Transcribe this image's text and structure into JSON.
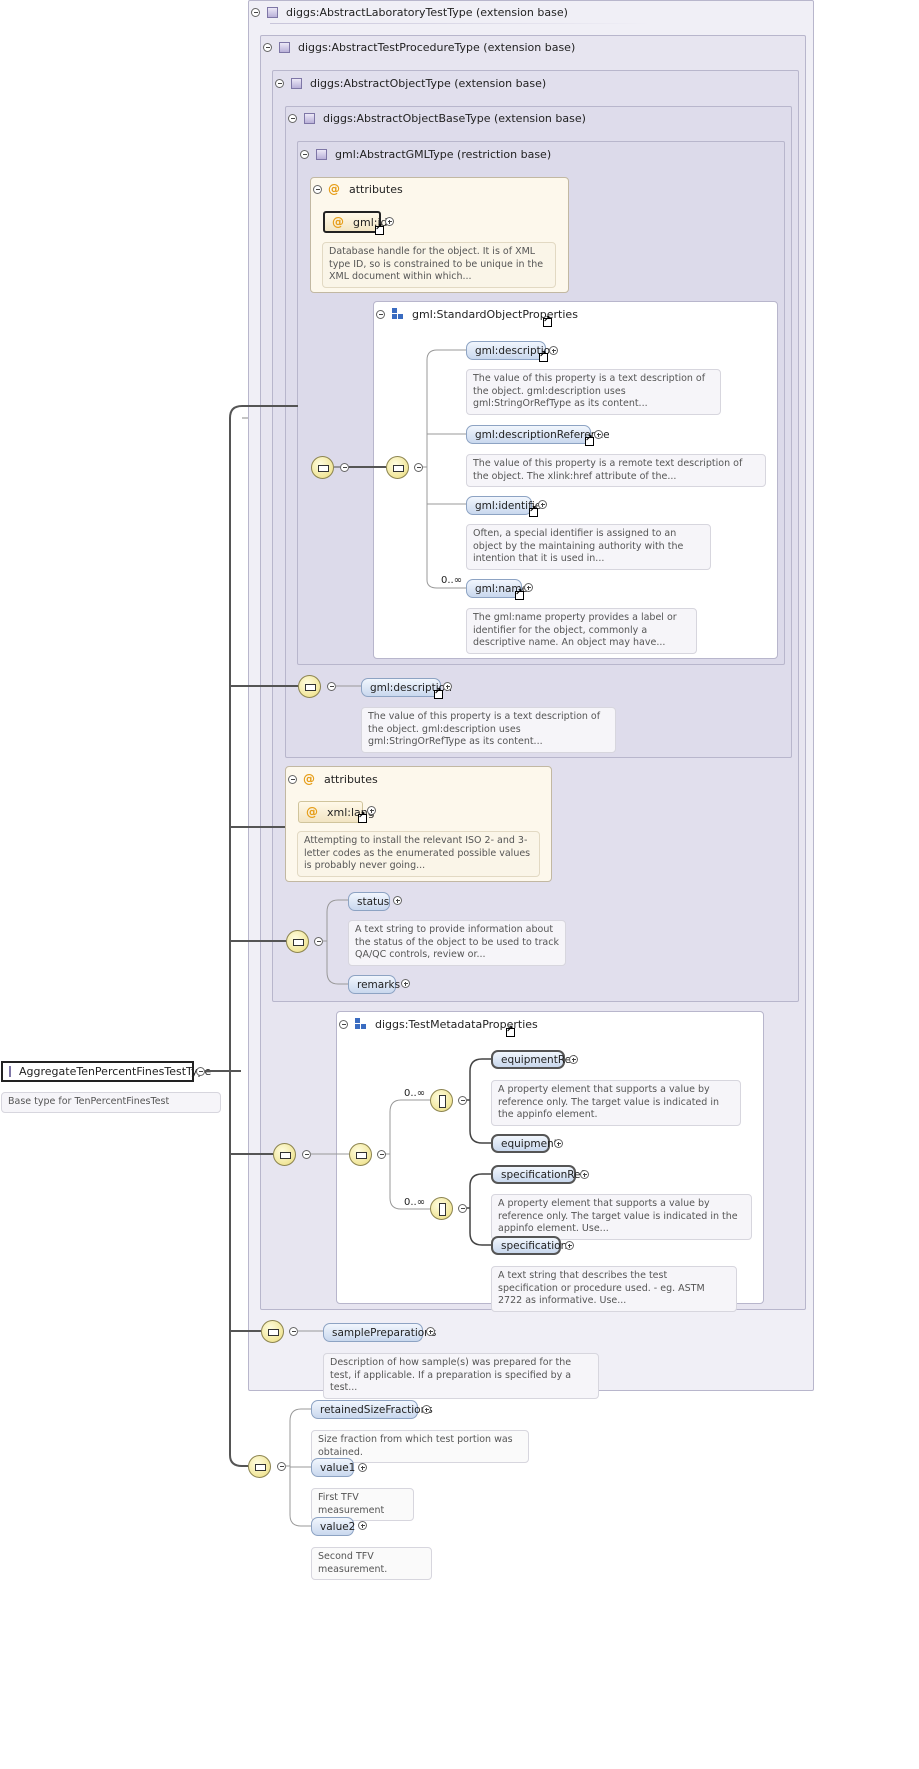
{
  "root": {
    "label": "AggregateTenPercentFinesTestType",
    "description": "Base type for TenPercentFinesTest"
  },
  "ext": {
    "laboratory_test": "diggs:AbstractLaboratoryTestType (extension base)",
    "test_procedure": "diggs:AbstractTestProcedureType (extension base)",
    "object": "diggs:AbstractObjectType (extension base)",
    "object_base": "diggs:AbstractObjectBaseType (extension base)",
    "gml": "gml:AbstractGMLType (restriction base)"
  },
  "attributes_label": "attributes",
  "gml_id": {
    "label": "gml:id",
    "description": "Database handle for the object. It is of XML type ID, so is constrained to be unique in the XML document within which..."
  },
  "standard_props": {
    "label": "gml:StandardObjectProperties",
    "items": [
      {
        "label": "gml:description",
        "description": "The value of this property is a text description of the object. gml:description uses gml:StringOrRefType as its content..."
      },
      {
        "label": "gml:descriptionReference",
        "description": "The value of this property is a remote text description of the object. The xlink:href attribute of the..."
      },
      {
        "label": "gml:identifier",
        "description": "Often, a special identifier is assigned to an object by the maintaining authority with the intention that it is used in..."
      },
      {
        "label": "gml:name",
        "description": "The gml:name property provides a label or identifier for the object, commonly a descriptive name. An object may have..."
      }
    ],
    "name_cardinality": "0..∞"
  },
  "base_description": {
    "label": "gml:description",
    "description": "The value of this property is a text description of the object. gml:description uses gml:StringOrRefType as its content..."
  },
  "xml_lang": {
    "label": "xml:lang",
    "description": "Attempting to install the relevant ISO 2- and 3-letter codes as the enumerated possible values is probably never going..."
  },
  "status": {
    "label": "status",
    "description": "A text string to provide information about the status of the object to be used to track QA/QC controls, review or..."
  },
  "remarks": {
    "label": "remarks"
  },
  "metadata": {
    "label": "diggs:TestMetadataProperties",
    "equipment_cardinality": "0..∞",
    "spec_cardinality": "0..∞",
    "equipmentRef": {
      "label": "equipmentRef",
      "description": "A property element that supports a value by reference only. The target value is indicated in the appinfo element."
    },
    "equipment": {
      "label": "equipment"
    },
    "specificationRef": {
      "label": "specificationRef",
      "description": "A property element that supports a value by reference only. The target value is indicated in the appinfo element. Use..."
    },
    "specification": {
      "label": "specification",
      "description": "A text string that describes the test specification or procedure used. - eg. ASTM 2722 as informative. Use..."
    }
  },
  "samplePreparations": {
    "label": "samplePreparations",
    "description": "Description of how sample(s) was prepared for the test, if applicable. If a preparation is specified by a test..."
  },
  "retainedSizeFractions": {
    "label": "retainedSizeFractions",
    "description": "Size fraction from which test portion was obtained."
  },
  "value1": {
    "label": "value1",
    "description": "First TFV measurement"
  },
  "value2": {
    "label": "value2",
    "description": "Second TFV measurement."
  }
}
